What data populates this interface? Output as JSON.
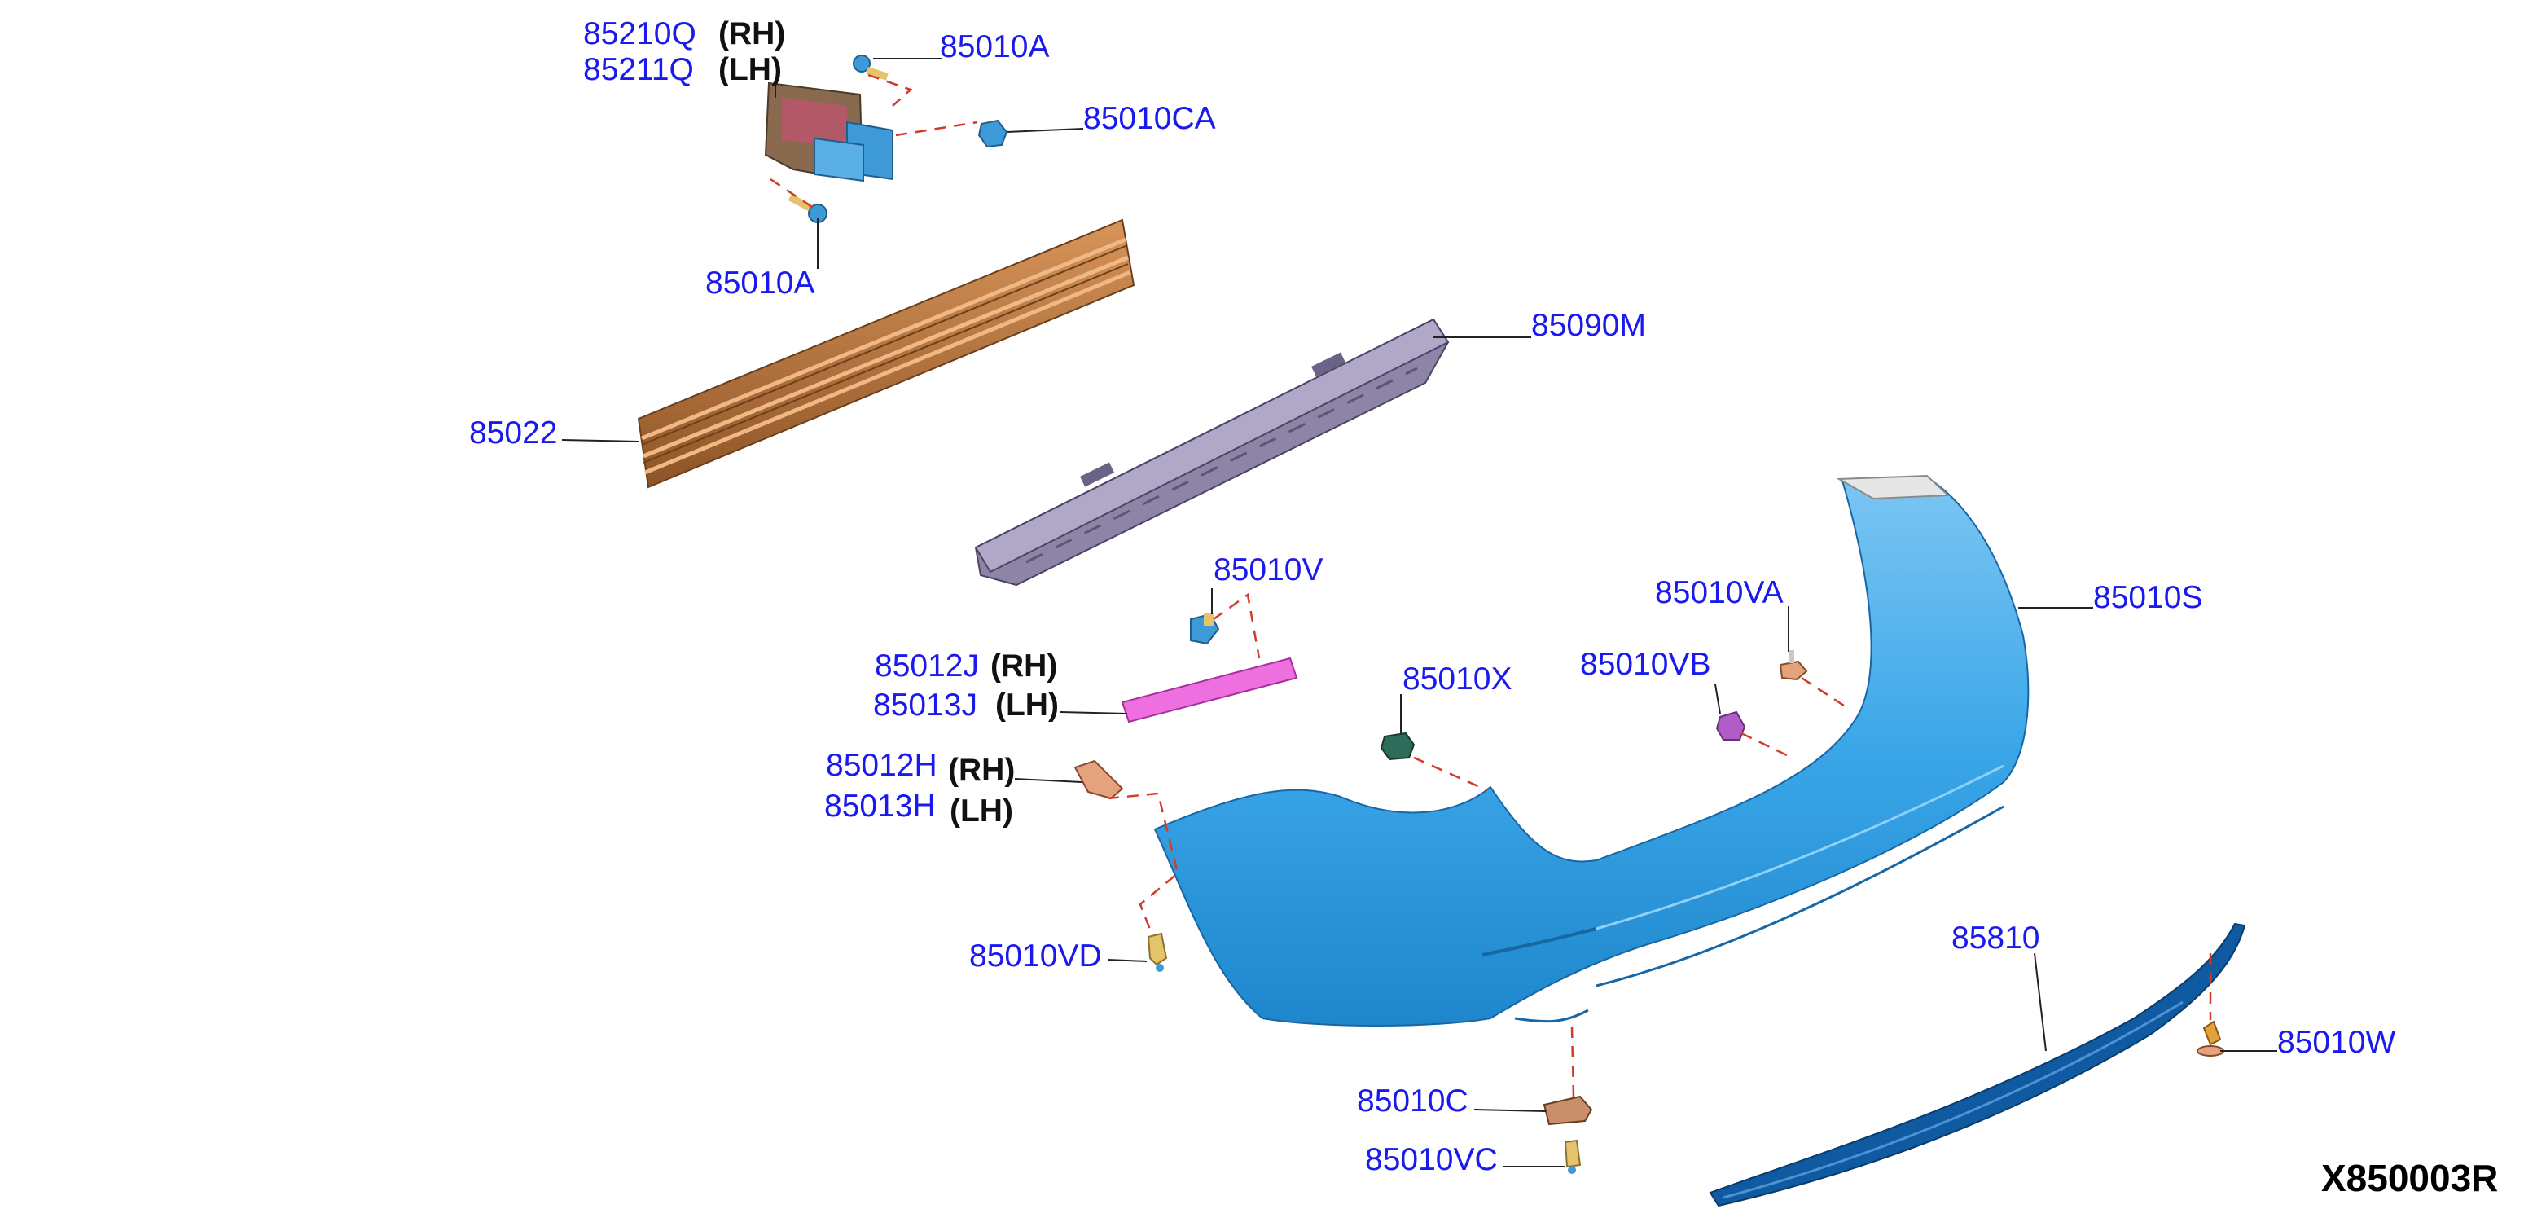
{
  "diagram_code": "X850003R",
  "colors": {
    "label": "#1a1aee",
    "bumper_fascia": "#3aa6e8",
    "reinforcement": "#b9743b",
    "absorber": "#7d7399",
    "spoiler": "#0f5aa0",
    "dashed_leader": "#d23b2a"
  },
  "parts": {
    "p85210q": {
      "number": "85210Q",
      "side": "(RH)"
    },
    "p85211q": {
      "number": "85211Q",
      "side": "(LH)"
    },
    "p85010a_top": {
      "number": "85010A"
    },
    "p85010ca": {
      "number": "85010CA"
    },
    "p85010a_bottom": {
      "number": "85010A"
    },
    "p85022": {
      "number": "85022"
    },
    "p85090m": {
      "number": "85090M"
    },
    "p85010v": {
      "number": "85010V"
    },
    "p85012j": {
      "number": "85012J",
      "side": "(RH)"
    },
    "p85013j": {
      "number": "85013J",
      "side": "(LH)"
    },
    "p85012h": {
      "number": "85012H",
      "side": "(RH)"
    },
    "p85013h": {
      "number": "85013H",
      "side": "(LH)"
    },
    "p85010x": {
      "number": "85010X"
    },
    "p85010va": {
      "number": "85010VA"
    },
    "p85010vb": {
      "number": "85010VB"
    },
    "p85010s": {
      "number": "85010S"
    },
    "p85010vd": {
      "number": "85010VD"
    },
    "p85810": {
      "number": "85810"
    },
    "p85010w": {
      "number": "85010W"
    },
    "p85010c": {
      "number": "85010C"
    },
    "p85010vc": {
      "number": "85010VC"
    }
  }
}
